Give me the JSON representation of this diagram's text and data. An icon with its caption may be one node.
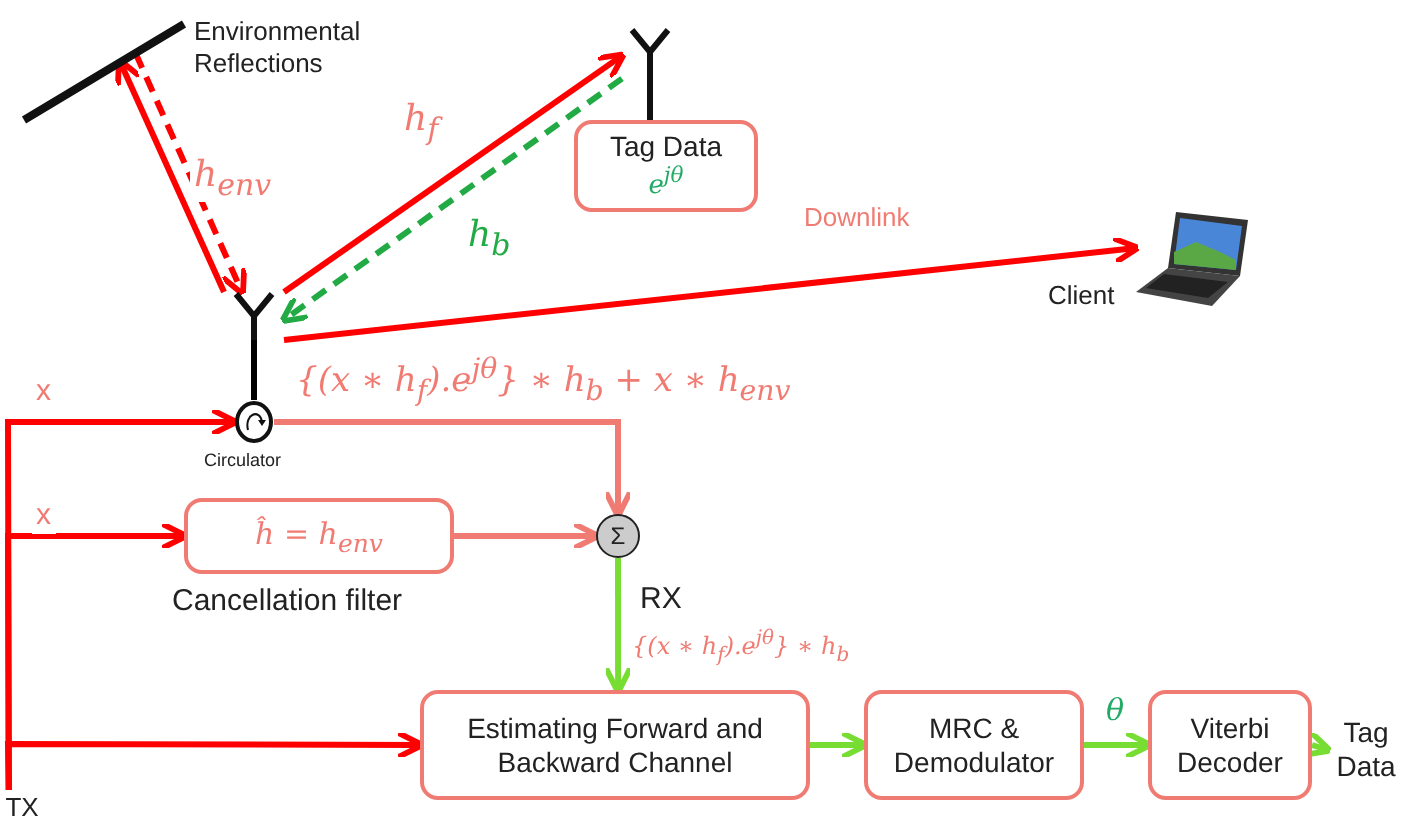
{
  "diagram": {
    "nodes": [
      {
        "text": [],
        "shape": "bar",
        "beside": [
          "Environmental Reflections"
        ]
      },
      {
        "text": [],
        "shape": "antenna"
      },
      {
        "text": [
          "Tag Data",
          "e$^{jθ}$"
        ]
      },
      {
        "text": [],
        "shape": "antenna"
      },
      {
        "text": [],
        "shape": "picture",
        "beside": [
          "Client"
        ]
      },
      {
        "text": [],
        "shape": "circle",
        "beside": [
          "Circulator"
        ]
      },
      {
        "text": [
          "ĥ = h$_{env}$"
        ],
        "beside": [
          "Cancellation filter"
        ]
      },
      {
        "text": [
          "Σ"
        ]
      },
      {
        "text": [
          "Estimating Forward and Backward Channel"
        ]
      },
      {
        "text": [
          "MRC & Demodulator"
        ]
      },
      {
        "text": [
          "Viterbi Decoder"
        ]
      },
      {
        "text": [
          "Tag Data"
        ]
      },
      {
        "text": [
          "TX"
        ]
      }
    ],
    "edges": [
      {
        "from": 1,
        "to": 0,
        "arrow": "to"
      },
      {
        "from": 0,
        "to": 1,
        "arrow": "to",
        "style": "dashed",
        "label": "h$_{env}$"
      },
      {
        "from": 1,
        "to": 3,
        "arrow": "to",
        "label": "h$_{f}$"
      },
      {
        "from": 3,
        "to": 1,
        "arrow": "to",
        "style": "dashed",
        "color": "#22aa44",
        "label": "h$_{b}$"
      },
      {
        "from": 1,
        "to": 4,
        "arrow": "to",
        "label": "Downlink"
      },
      {
        "from": 1,
        "to": 5,
        "arrow": "none",
        "color": "#000000"
      },
      {
        "from": 12,
        "to": 5,
        "arrow": "to",
        "label": "x"
      },
      {
        "from": 12,
        "to": 6,
        "arrow": "to",
        "label": "x"
      },
      {
        "from": 12,
        "to": 8,
        "arrow": "to"
      },
      {
        "from": 5,
        "to": 7,
        "arrow": "to",
        "color": "#f07b72",
        "label": "{(x ∗ h$_{f}$).e$^{jθ}$} ∗ h$_{b}$ + x ∗ h$_{env}$"
      },
      {
        "from": 6,
        "to": 7,
        "arrow": "to",
        "color": "#f07b72"
      },
      {
        "from": 7,
        "to": 8,
        "arrow": "to",
        "color": "#77dd33",
        "label": "RX"
      },
      {
        "from": 8,
        "to": 9,
        "arrow": "to",
        "color": "#77dd33"
      },
      {
        "from": 9,
        "to": 10,
        "arrow": "to",
        "color": "#77dd33",
        "label": "θ"
      },
      {
        "from": 10,
        "to": 11,
        "arrow": "to",
        "color": "#77dd33"
      }
    ],
    "labels": [
      "{(x ∗ h$_{f}$).e$^{jθ}$} ∗ h$_{b}$"
    ]
  }
}
